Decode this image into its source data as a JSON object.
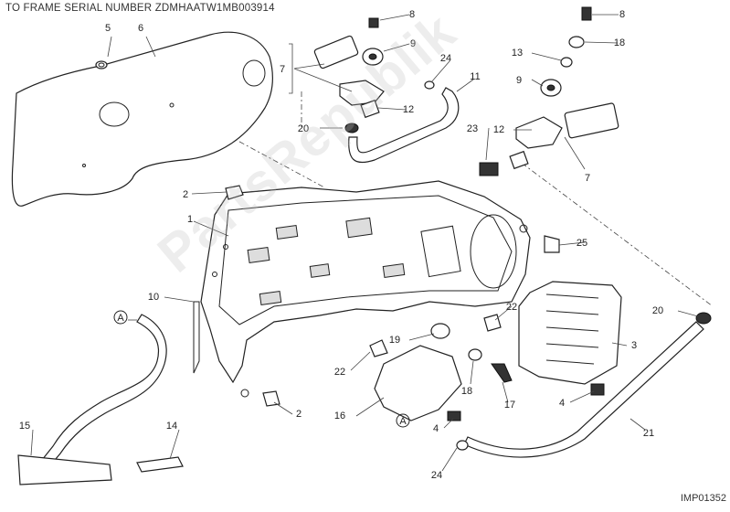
{
  "header": {
    "title": "TO FRAME SERIAL NUMBER ZDMHAATW1MB003914"
  },
  "drawing_code": "IMP01352",
  "watermark": "PartsRepublik",
  "callouts": [
    {
      "id": "c1",
      "label": "1"
    },
    {
      "id": "c2a",
      "label": "2"
    },
    {
      "id": "c2b",
      "label": "2"
    },
    {
      "id": "c3",
      "label": "3"
    },
    {
      "id": "c4a",
      "label": "4"
    },
    {
      "id": "c4b",
      "label": "4"
    },
    {
      "id": "c5",
      "label": "5"
    },
    {
      "id": "c6",
      "label": "6"
    },
    {
      "id": "c7a",
      "label": "7"
    },
    {
      "id": "c7b",
      "label": "7"
    },
    {
      "id": "c8a",
      "label": "8"
    },
    {
      "id": "c8b",
      "label": "8"
    },
    {
      "id": "c9a",
      "label": "9"
    },
    {
      "id": "c9b",
      "label": "9"
    },
    {
      "id": "c10",
      "label": "10"
    },
    {
      "id": "c11",
      "label": "11"
    },
    {
      "id": "c12a",
      "label": "12"
    },
    {
      "id": "c12b",
      "label": "12"
    },
    {
      "id": "c13",
      "label": "13"
    },
    {
      "id": "c14",
      "label": "14"
    },
    {
      "id": "c15",
      "label": "15"
    },
    {
      "id": "c16",
      "label": "16"
    },
    {
      "id": "c17",
      "label": "17"
    },
    {
      "id": "c18a",
      "label": "18"
    },
    {
      "id": "c18b",
      "label": "18"
    },
    {
      "id": "c19",
      "label": "19"
    },
    {
      "id": "c20a",
      "label": "20"
    },
    {
      "id": "c20b",
      "label": "20"
    },
    {
      "id": "c21",
      "label": "21"
    },
    {
      "id": "c22a",
      "label": "22"
    },
    {
      "id": "c22b",
      "label": "22"
    },
    {
      "id": "c23",
      "label": "23"
    },
    {
      "id": "c24a",
      "label": "24"
    },
    {
      "id": "c24b",
      "label": "24"
    },
    {
      "id": "c25",
      "label": "25"
    },
    {
      "id": "refA1",
      "label": "A"
    },
    {
      "id": "refA2",
      "label": "A"
    }
  ]
}
